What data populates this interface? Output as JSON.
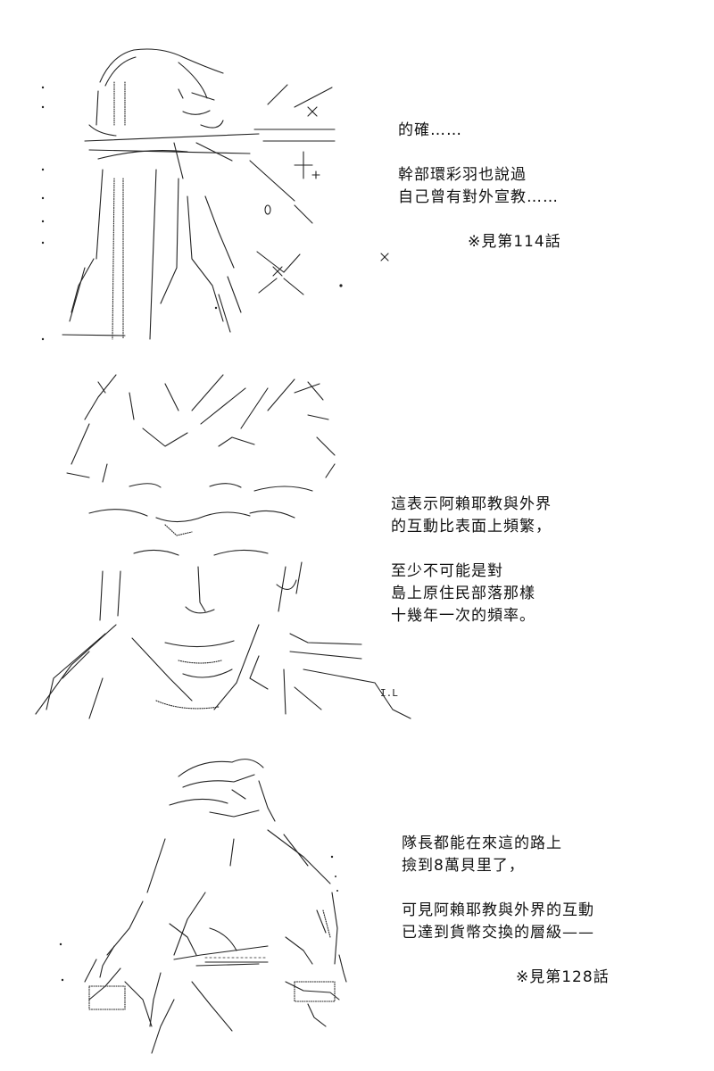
{
  "panels": [
    {
      "caption": {
        "block1": [
          "的確……"
        ],
        "block2": [
          "幹部環彩羽也說過",
          "自己曾有對外宣教……"
        ],
        "note": "※見第114話"
      }
    },
    {
      "caption": {
        "block1": [
          "這表示阿賴耶教與外界",
          "的互動比表面上頻繁，"
        ],
        "block2": [
          "至少不可能是對",
          "島上原住民部落那樣",
          "十幾年一次的頻率。"
        ]
      }
    },
    {
      "caption": {
        "block1": [
          "隊長都能在來這的路上",
          "撿到8萬貝里了，"
        ],
        "block2": [
          "可見阿賴耶教與外界的互動",
          "已達到貨幣交換的層級——"
        ],
        "note": "※見第128話"
      }
    }
  ]
}
